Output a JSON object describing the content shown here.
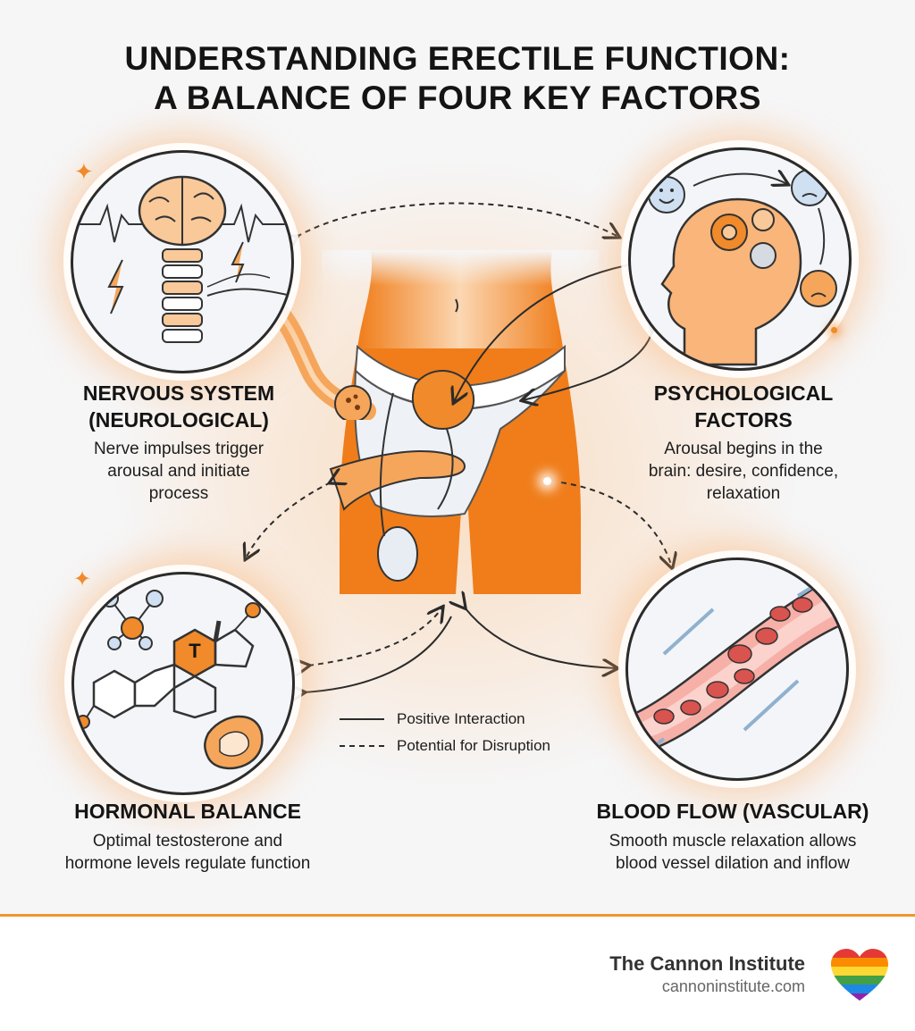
{
  "title": {
    "line1": "UNDERSTANDING ERECTILE FUNCTION:",
    "line2": "A BALANCE OF FOUR KEY FACTORS"
  },
  "factors": {
    "nervous": {
      "title_line1": "NERVOUS SYSTEM",
      "title_line2": "(NEUROLOGICAL)",
      "desc_line1": "Nerve impulses trigger",
      "desc_line2": "arousal and initiate",
      "desc_line3": "process",
      "icon": "brain-spine-icon"
    },
    "psychological": {
      "title_line1": "PSYCHOLOGICAL",
      "title_line2": "FACTORS",
      "desc_line1": "Arousal begins in the",
      "desc_line2": "brain: desire, confidence,",
      "desc_line3": "relaxation",
      "icon": "head-gears-emotions-icon"
    },
    "hormonal": {
      "title": "HORMONAL BALANCE",
      "desc_line1": "Optimal testosterone and",
      "desc_line2": "hormone levels regulate function",
      "icon": "testosterone-molecule-icon",
      "molecule_label": "T"
    },
    "vascular": {
      "title": "BLOOD FLOW (VASCULAR)",
      "desc_line1": "Smooth muscle relaxation allows",
      "desc_line2": "blood vessel dilation and inflow",
      "icon": "blood-vessel-icon"
    }
  },
  "legend": {
    "solid": "Positive Interaction",
    "dashed": "Potential for Disruption"
  },
  "footer": {
    "brand_name": "The Cannon Institute",
    "brand_url": "cannoninstitute.com",
    "logo_icon": "rainbow-heart-icon"
  },
  "colors": {
    "accent": "#f0962d",
    "orange_fill": "#f5a65b",
    "dark_line": "#2b2b2b",
    "blood_red": "#d9534f"
  }
}
